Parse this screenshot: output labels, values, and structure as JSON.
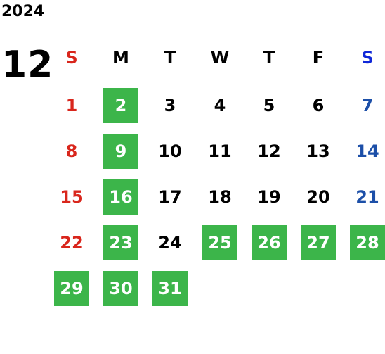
{
  "year": "2024",
  "month": "12",
  "weekdays": [
    "S",
    "M",
    "T",
    "W",
    "T",
    "F",
    "S"
  ],
  "colors": {
    "sunday": "#d9261c",
    "saturday": "#1c4fa8",
    "saturday_header": "#1028d8",
    "highlight_bg": "#3cb54a",
    "highlight_text": "#ffffff"
  },
  "weeks": [
    [
      {
        "day": "1",
        "hl": false
      },
      {
        "day": "2",
        "hl": true
      },
      {
        "day": "3",
        "hl": false
      },
      {
        "day": "4",
        "hl": false
      },
      {
        "day": "5",
        "hl": false
      },
      {
        "day": "6",
        "hl": false
      },
      {
        "day": "7",
        "hl": false
      }
    ],
    [
      {
        "day": "8",
        "hl": false
      },
      {
        "day": "9",
        "hl": true
      },
      {
        "day": "10",
        "hl": false
      },
      {
        "day": "11",
        "hl": false
      },
      {
        "day": "12",
        "hl": false
      },
      {
        "day": "13",
        "hl": false
      },
      {
        "day": "14",
        "hl": false
      }
    ],
    [
      {
        "day": "15",
        "hl": false
      },
      {
        "day": "16",
        "hl": true
      },
      {
        "day": "17",
        "hl": false
      },
      {
        "day": "18",
        "hl": false
      },
      {
        "day": "19",
        "hl": false
      },
      {
        "day": "20",
        "hl": false
      },
      {
        "day": "21",
        "hl": false
      }
    ],
    [
      {
        "day": "22",
        "hl": false
      },
      {
        "day": "23",
        "hl": true
      },
      {
        "day": "24",
        "hl": false
      },
      {
        "day": "25",
        "hl": true
      },
      {
        "day": "26",
        "hl": true
      },
      {
        "day": "27",
        "hl": true
      },
      {
        "day": "28",
        "hl": true
      }
    ],
    [
      {
        "day": "29",
        "hl": true
      },
      {
        "day": "30",
        "hl": true
      },
      {
        "day": "31",
        "hl": true
      }
    ]
  ]
}
